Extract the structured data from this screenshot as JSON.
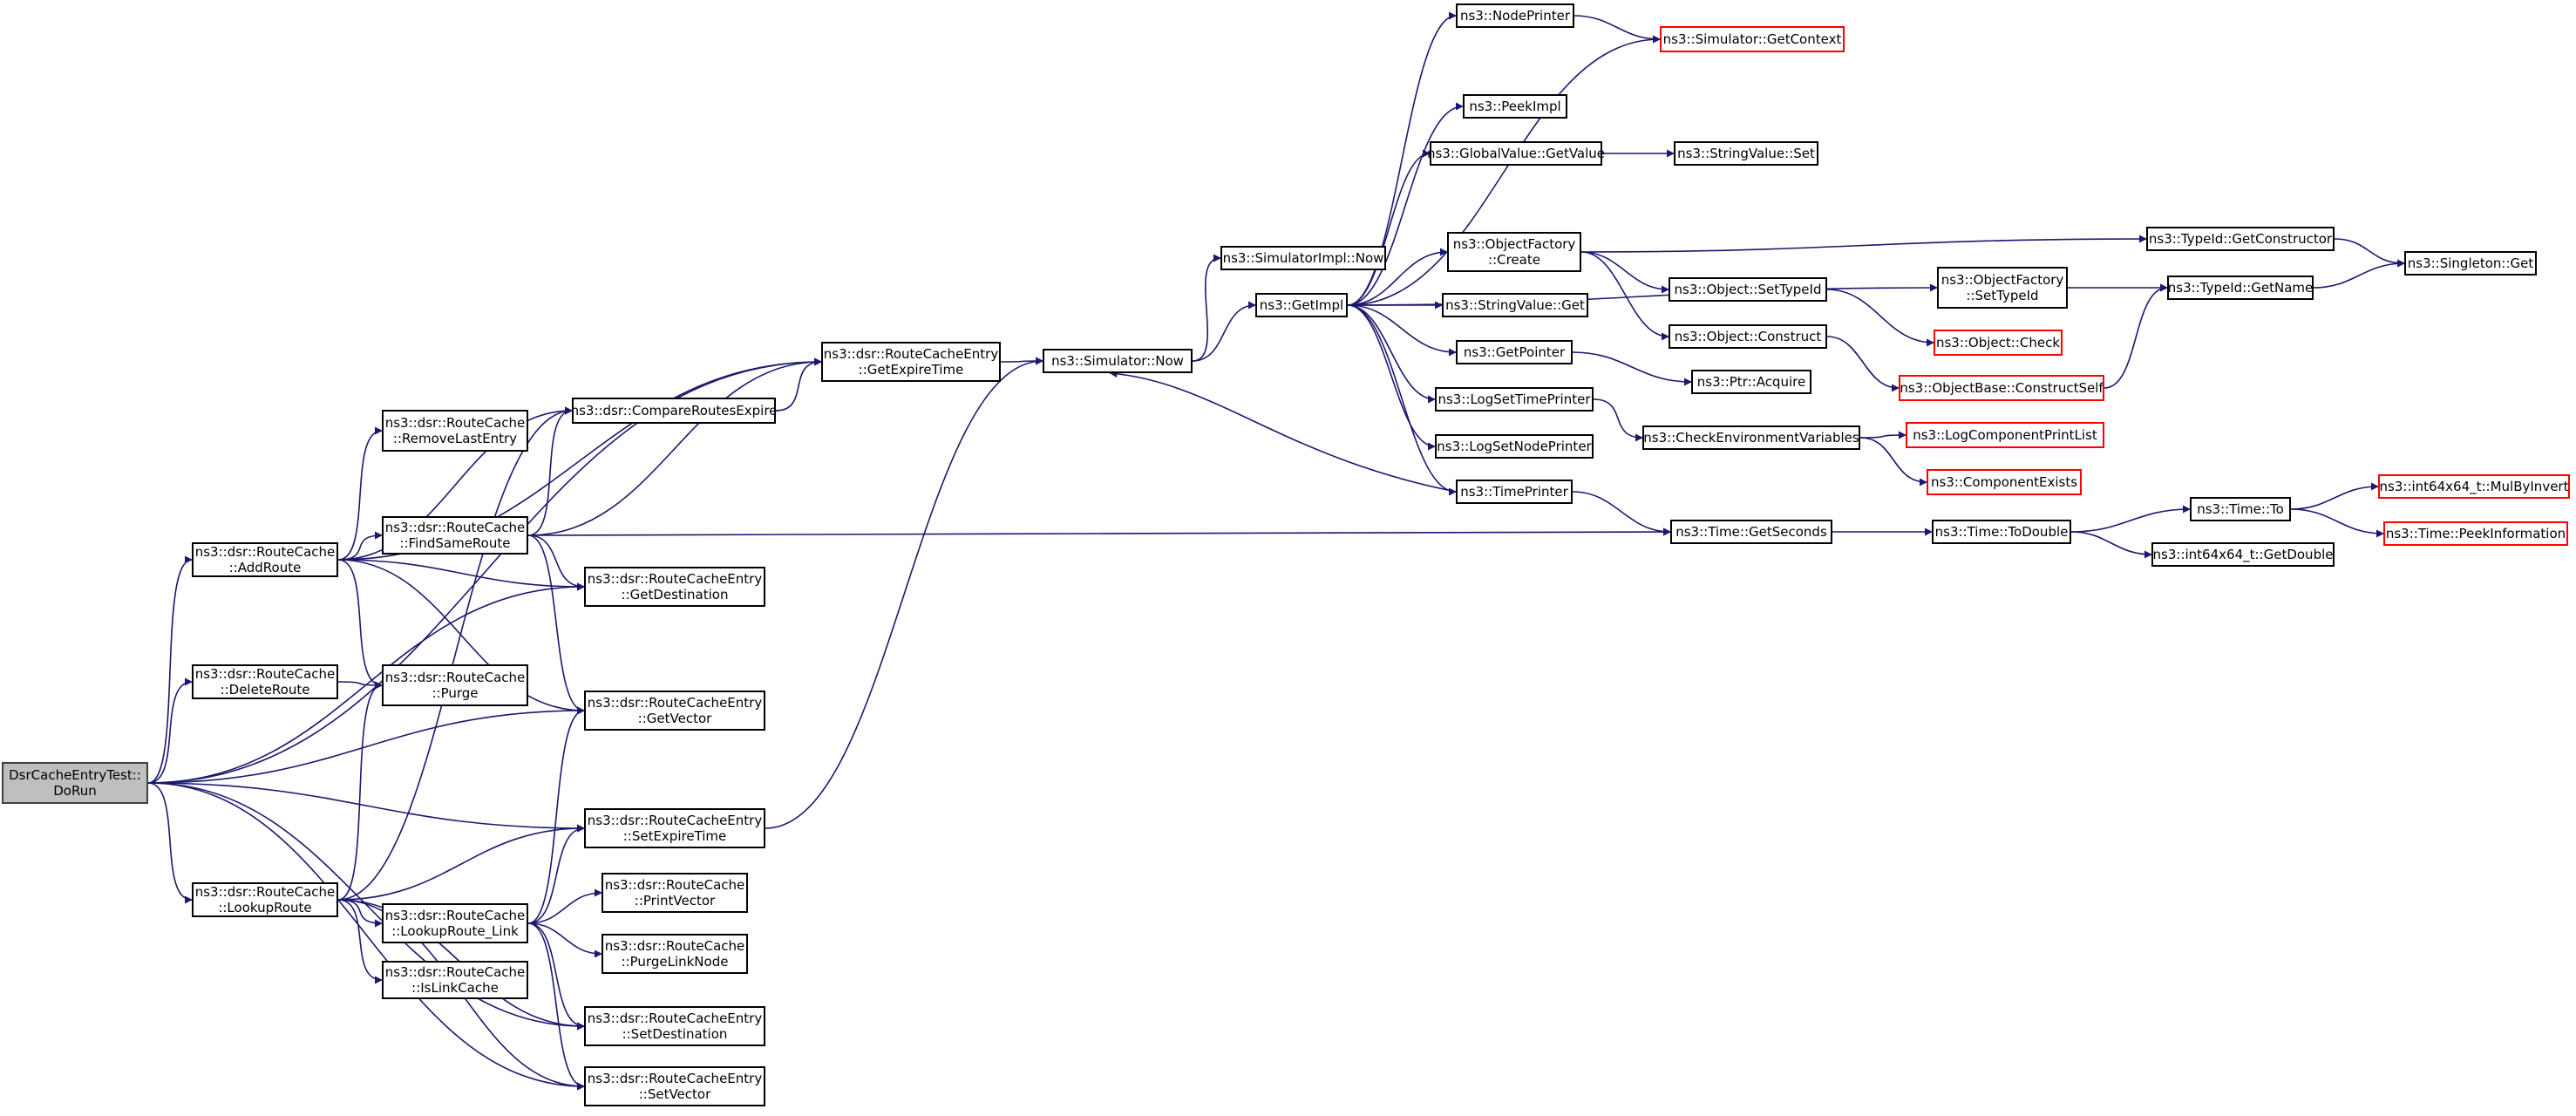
{
  "diagram": {
    "colors": {
      "edge": "#191970",
      "border": "#000000",
      "missing_border": "#ff0000",
      "root_fill": "#bfbfbf"
    },
    "nodes": [
      {
        "id": "root",
        "lines": [
          "DsrCacheEntryTest::",
          "DoRun"
        ],
        "style": "root"
      },
      {
        "id": "addroute",
        "lines": [
          "ns3::dsr::RouteCache",
          "::AddRoute"
        ],
        "style": "normal"
      },
      {
        "id": "deleteroute",
        "lines": [
          "ns3::dsr::RouteCache",
          "::DeleteRoute"
        ],
        "style": "normal"
      },
      {
        "id": "lookuproute",
        "lines": [
          "ns3::dsr::RouteCache",
          "::LookupRoute"
        ],
        "style": "normal"
      },
      {
        "id": "removelastentry",
        "lines": [
          "ns3::dsr::RouteCache",
          "::RemoveLastEntry"
        ],
        "style": "normal"
      },
      {
        "id": "findsameroute",
        "lines": [
          "ns3::dsr::RouteCache",
          "::FindSameRoute"
        ],
        "style": "normal"
      },
      {
        "id": "purge",
        "lines": [
          "ns3::dsr::RouteCache",
          "::Purge"
        ],
        "style": "normal"
      },
      {
        "id": "lookuproutelink",
        "lines": [
          "ns3::dsr::RouteCache",
          "::LookupRoute_Link"
        ],
        "style": "normal"
      },
      {
        "id": "islinkcache",
        "lines": [
          "ns3::dsr::RouteCache",
          "::IsLinkCache"
        ],
        "style": "normal"
      },
      {
        "id": "compareroutes",
        "lines": [
          "ns3::dsr::CompareRoutesExpire"
        ],
        "style": "normal"
      },
      {
        "id": "getexpiretime",
        "lines": [
          "ns3::dsr::RouteCacheEntry",
          "::GetExpireTime"
        ],
        "style": "normal"
      },
      {
        "id": "getdestination",
        "lines": [
          "ns3::dsr::RouteCacheEntry",
          "::GetDestination"
        ],
        "style": "normal"
      },
      {
        "id": "getvector",
        "lines": [
          "ns3::dsr::RouteCacheEntry",
          "::GetVector"
        ],
        "style": "normal"
      },
      {
        "id": "setexpiretime",
        "lines": [
          "ns3::dsr::RouteCacheEntry",
          "::SetExpireTime"
        ],
        "style": "normal"
      },
      {
        "id": "printvector",
        "lines": [
          "ns3::dsr::RouteCache",
          "::PrintVector"
        ],
        "style": "normal"
      },
      {
        "id": "purgelinknode",
        "lines": [
          "ns3::dsr::RouteCache",
          "::PurgeLinkNode"
        ],
        "style": "normal"
      },
      {
        "id": "setdestination",
        "lines": [
          "ns3::dsr::RouteCacheEntry",
          "::SetDestination"
        ],
        "style": "normal"
      },
      {
        "id": "setvector",
        "lines": [
          "ns3::dsr::RouteCacheEntry",
          "::SetVector"
        ],
        "style": "normal"
      },
      {
        "id": "simnow",
        "lines": [
          "ns3::Simulator::Now"
        ],
        "style": "normal"
      },
      {
        "id": "simimplnow",
        "lines": [
          "ns3::SimulatorImpl::Now"
        ],
        "style": "normal"
      },
      {
        "id": "getimpl",
        "lines": [
          "ns3::GetImpl"
        ],
        "style": "normal"
      },
      {
        "id": "nodeprinter",
        "lines": [
          "ns3::NodePrinter"
        ],
        "style": "normal"
      },
      {
        "id": "getcontext",
        "lines": [
          "ns3::Simulator::GetContext"
        ],
        "style": "missing"
      },
      {
        "id": "peekimpl",
        "lines": [
          "ns3::PeekImpl"
        ],
        "style": "normal"
      },
      {
        "id": "globalgetvalue",
        "lines": [
          "ns3::GlobalValue::GetValue"
        ],
        "style": "normal"
      },
      {
        "id": "stringvalueset",
        "lines": [
          "ns3::StringValue::Set"
        ],
        "style": "normal"
      },
      {
        "id": "objfactcreate",
        "lines": [
          "ns3::ObjectFactory",
          "::Create"
        ],
        "style": "normal"
      },
      {
        "id": "stringvalueget",
        "lines": [
          "ns3::StringValue::Get"
        ],
        "style": "normal"
      },
      {
        "id": "getpointer",
        "lines": [
          "ns3::GetPointer"
        ],
        "style": "normal"
      },
      {
        "id": "logsettimeprinter",
        "lines": [
          "ns3::LogSetTimePrinter"
        ],
        "style": "normal"
      },
      {
        "id": "logsetnodeprinter",
        "lines": [
          "ns3::LogSetNodePrinter"
        ],
        "style": "normal"
      },
      {
        "id": "timeprinter",
        "lines": [
          "ns3::TimePrinter"
        ],
        "style": "normal"
      },
      {
        "id": "objsettypeid",
        "lines": [
          "ns3::Object::SetTypeId"
        ],
        "style": "normal"
      },
      {
        "id": "objconstruct",
        "lines": [
          "ns3::Object::Construct"
        ],
        "style": "normal"
      },
      {
        "id": "ptracquire",
        "lines": [
          "ns3::Ptr::Acquire"
        ],
        "style": "normal"
      },
      {
        "id": "checkenv",
        "lines": [
          "ns3::CheckEnvironmentVariables"
        ],
        "style": "normal"
      },
      {
        "id": "timegetseconds",
        "lines": [
          "ns3::Time::GetSeconds"
        ],
        "style": "normal"
      },
      {
        "id": "objfactsettypeid",
        "lines": [
          "ns3::ObjectFactory",
          "::SetTypeId"
        ],
        "style": "normal"
      },
      {
        "id": "objcheck",
        "lines": [
          "ns3::Object::Check"
        ],
        "style": "missing"
      },
      {
        "id": "objbaseconstructself",
        "lines": [
          "ns3::ObjectBase::ConstructSelf"
        ],
        "style": "missing"
      },
      {
        "id": "logcompprintlist",
        "lines": [
          "ns3::LogComponentPrintList"
        ],
        "style": "missing"
      },
      {
        "id": "componentexists",
        "lines": [
          "ns3::ComponentExists"
        ],
        "style": "missing"
      },
      {
        "id": "timetodouble",
        "lines": [
          "ns3::Time::ToDouble"
        ],
        "style": "normal"
      },
      {
        "id": "typeidgetconstructor",
        "lines": [
          "ns3::TypeId::GetConstructor"
        ],
        "style": "normal"
      },
      {
        "id": "typeidgetname",
        "lines": [
          "ns3::TypeId::GetName"
        ],
        "style": "normal"
      },
      {
        "id": "singletonget",
        "lines": [
          "ns3::Singleton::Get"
        ],
        "style": "normal"
      },
      {
        "id": "timeto",
        "lines": [
          "ns3::Time::To"
        ],
        "style": "normal"
      },
      {
        "id": "int64getdouble",
        "lines": [
          "ns3::int64x64_t::GetDouble"
        ],
        "style": "normal"
      },
      {
        "id": "int64mulbyinvert",
        "lines": [
          "ns3::int64x64_t::MulByInvert"
        ],
        "style": "missing"
      },
      {
        "id": "timepeekinfo",
        "lines": [
          "ns3::Time::PeekInformation"
        ],
        "style": "missing"
      }
    ],
    "edges": [
      [
        "root",
        "addroute"
      ],
      [
        "root",
        "deleteroute"
      ],
      [
        "root",
        "lookuproute"
      ],
      [
        "root",
        "getexpiretime"
      ],
      [
        "root",
        "getdestination"
      ],
      [
        "root",
        "getvector"
      ],
      [
        "root",
        "setexpiretime"
      ],
      [
        "root",
        "setdestination"
      ],
      [
        "root",
        "setvector"
      ],
      [
        "addroute",
        "getexpiretime"
      ],
      [
        "addroute",
        "compareroutes"
      ],
      [
        "addroute",
        "removelastentry"
      ],
      [
        "addroute",
        "findsameroute"
      ],
      [
        "addroute",
        "getdestination"
      ],
      [
        "addroute",
        "purge"
      ],
      [
        "addroute",
        "getvector"
      ],
      [
        "deleteroute",
        "purge"
      ],
      [
        "lookuproute",
        "compareroutes"
      ],
      [
        "lookuproute",
        "purge"
      ],
      [
        "lookuproute",
        "setexpiretime"
      ],
      [
        "lookuproute",
        "lookuproutelink"
      ],
      [
        "lookuproute",
        "islinkcache"
      ],
      [
        "lookuproute",
        "setdestination"
      ],
      [
        "lookuproute",
        "setvector"
      ],
      [
        "findsameroute",
        "compareroutes"
      ],
      [
        "findsameroute",
        "getexpiretime"
      ],
      [
        "findsameroute",
        "getdestination"
      ],
      [
        "findsameroute",
        "getvector"
      ],
      [
        "findsameroute",
        "timegetseconds"
      ],
      [
        "compareroutes",
        "getexpiretime"
      ],
      [
        "lookuproutelink",
        "getvector"
      ],
      [
        "lookuproutelink",
        "setexpiretime"
      ],
      [
        "lookuproutelink",
        "printvector"
      ],
      [
        "lookuproutelink",
        "purgelinknode"
      ],
      [
        "lookuproutelink",
        "setdestination"
      ],
      [
        "lookuproutelink",
        "setvector"
      ],
      [
        "getexpiretime",
        "simnow"
      ],
      [
        "setexpiretime",
        "simnow"
      ],
      [
        "simnow",
        "simimplnow"
      ],
      [
        "simnow",
        "getimpl"
      ],
      [
        "getimpl",
        "nodeprinter"
      ],
      [
        "getimpl",
        "getcontext"
      ],
      [
        "getimpl",
        "peekimpl"
      ],
      [
        "getimpl",
        "globalgetvalue"
      ],
      [
        "getimpl",
        "objfactcreate"
      ],
      [
        "getimpl",
        "objfactsettypeid"
      ],
      [
        "getimpl",
        "stringvalueget"
      ],
      [
        "getimpl",
        "getpointer"
      ],
      [
        "getimpl",
        "logsettimeprinter"
      ],
      [
        "getimpl",
        "logsetnodeprinter"
      ],
      [
        "getimpl",
        "timeprinter"
      ],
      [
        "nodeprinter",
        "getcontext"
      ],
      [
        "globalgetvalue",
        "stringvalueset"
      ],
      [
        "objfactcreate",
        "typeidgetconstructor"
      ],
      [
        "objfactcreate",
        "objsettypeid"
      ],
      [
        "objfactcreate",
        "objconstruct"
      ],
      [
        "getpointer",
        "ptracquire"
      ],
      [
        "logsettimeprinter",
        "checkenv"
      ],
      [
        "timeprinter",
        "simnow"
      ],
      [
        "timeprinter",
        "timegetseconds"
      ],
      [
        "objsettypeid",
        "objcheck"
      ],
      [
        "objconstruct",
        "objbaseconstructself"
      ],
      [
        "checkenv",
        "logcompprintlist"
      ],
      [
        "checkenv",
        "componentexists"
      ],
      [
        "timegetseconds",
        "timetodouble"
      ],
      [
        "objfactsettypeid",
        "typeidgetname"
      ],
      [
        "objbaseconstructself",
        "typeidgetname"
      ],
      [
        "typeidgetconstructor",
        "singletonget"
      ],
      [
        "typeidgetname",
        "singletonget"
      ],
      [
        "timetodouble",
        "timeto"
      ],
      [
        "timetodouble",
        "int64getdouble"
      ],
      [
        "timeto",
        "int64mulbyinvert"
      ],
      [
        "timeto",
        "timepeekinfo"
      ]
    ]
  }
}
